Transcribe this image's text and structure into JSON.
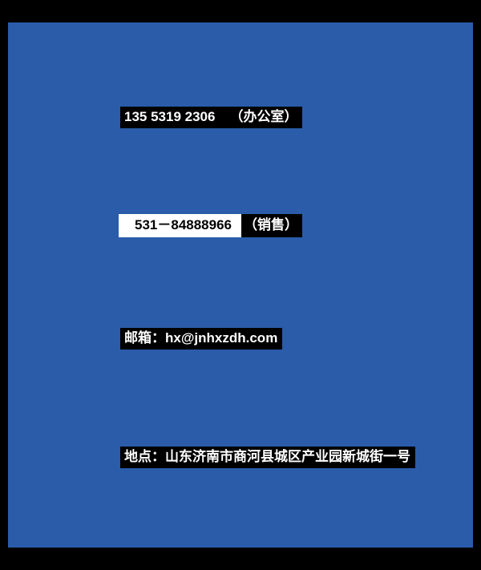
{
  "colors": {
    "frame": "#000000",
    "panel_background": "#2a5caa",
    "highlight_background": "#000000",
    "highlight_text": "#ffffff",
    "selection_background": "#ffffff",
    "selection_text": "#000000"
  },
  "contact": {
    "office_phone": {
      "number": "135 5319 2306",
      "label": "（办公室）"
    },
    "sales_phone": {
      "number": "531－84888966",
      "label": "（销售）"
    },
    "email": {
      "prefix": "邮箱：",
      "value": "hx@jnhxzdh.com"
    },
    "address": {
      "prefix": "地点：",
      "value": "山东济南市商河县城区产业园新城街一号"
    }
  }
}
